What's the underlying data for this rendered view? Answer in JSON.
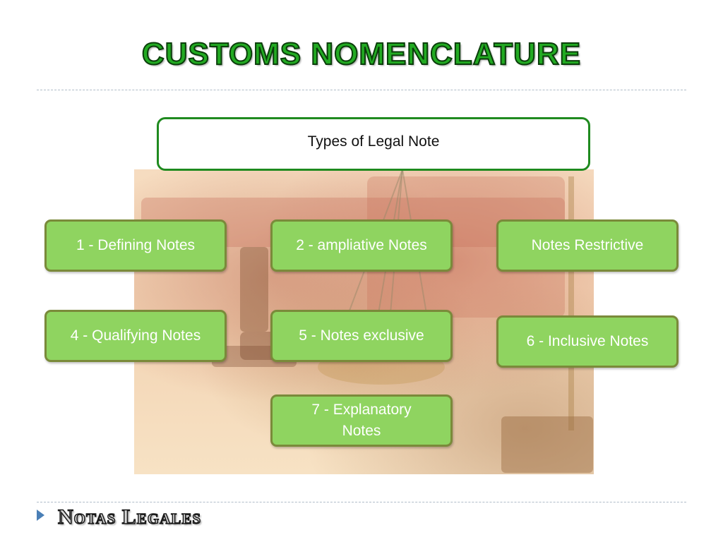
{
  "title": "CUSTOMS NOMENCLATURE",
  "header": "Types of Legal Note",
  "nodes": [
    "1 - Defining Notes",
    "2 - ampliative Notes",
    "Notes Restrictive",
    "4 - Qualifying Notes",
    "5 - Notes exclusive",
    "6 - Inclusive Notes",
    "7 - Explanatory\nNotes"
  ],
  "brand": "Notas Legales",
  "colors": {
    "title": "#22aa22",
    "header_border": "#1f8a1f",
    "node_fill": "#8fd460",
    "node_border": "#7a8a3a",
    "footer_arrow": "#4a7fb6"
  },
  "icons": {
    "footer": "triangle-right-icon",
    "background": "gavel-and-scales-photo"
  }
}
